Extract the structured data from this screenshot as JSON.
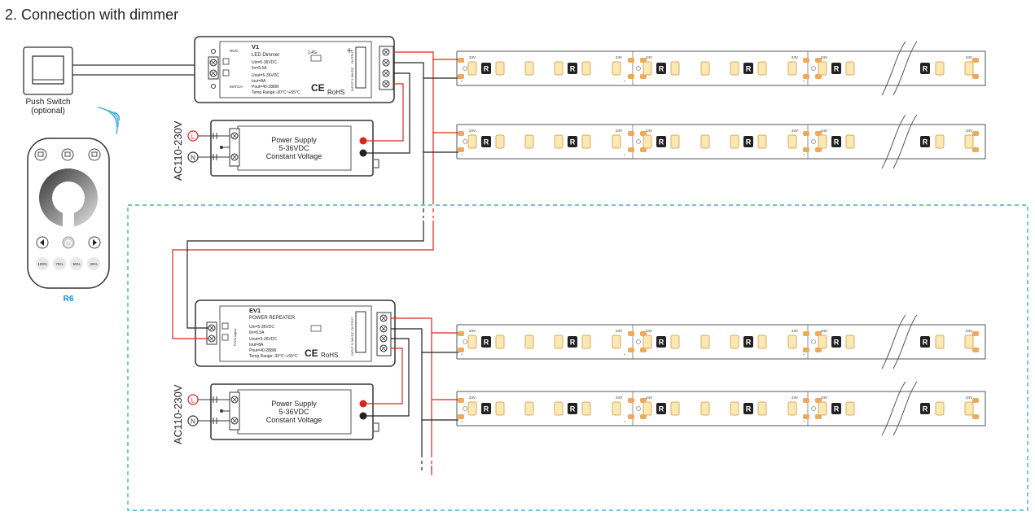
{
  "title": "2. Connection with dimmer",
  "push_switch": {
    "label_line1": "Push Switch",
    "label_line2": "(optional)"
  },
  "remote": {
    "model": "R6",
    "presets": [
      "100%",
      "75%",
      "50%",
      "25%"
    ]
  },
  "mains_label": "AC110-230V",
  "terminals": {
    "live": "L",
    "neutral": "N"
  },
  "power_supply": {
    "line1": "Power Supply",
    "line2": "5-36VDC",
    "line3": "Constant Voltage"
  },
  "dimmer": {
    "model": "V1",
    "name": "LED Dimmer",
    "spec_in_1": "Uin=5-36VDC",
    "spec_in_2": "Iin=8.5A",
    "spec_out_1": "Uout=5-36VDC",
    "spec_out_2": "Iout=8A",
    "spec_out_3": "Pout=40-288W",
    "spec_temp": "Temp Range:-30°C~+55°C",
    "run": "RUN",
    "match": "MATCH",
    "freq": "2.4G",
    "output": "OUTPUT",
    "input": "INPUT 5-36VDC"
  },
  "repeater": {
    "model": "EV1",
    "name": "POWER REPEATER",
    "spec_in_1": "Uin=5-36VDC",
    "spec_in_2": "Iin=8.5A",
    "spec_out_1": "Uout=5-36VDC",
    "spec_out_2": "Iout=8A",
    "spec_out_3": "Pout=40-288W",
    "spec_temp": "Temp Range:-30°C~+55°C",
    "output": "OUTPUT",
    "input": "INPUT 5-36VDC",
    "pwm": "PWM signal"
  },
  "marks": {
    "ce": "CE",
    "rohs": "RoHS"
  },
  "strip": {
    "voltage": "24V",
    "resistor": "R",
    "minus": "-"
  },
  "colors": {
    "wire_red": "#d9261c",
    "wire_black": "#222222",
    "dash_box": "#3fb0d6",
    "led_fill": "#fbe9b4",
    "led_stroke": "#e0a85a",
    "pad": "#f0a85a",
    "remote_accent": "#1e88d6"
  }
}
